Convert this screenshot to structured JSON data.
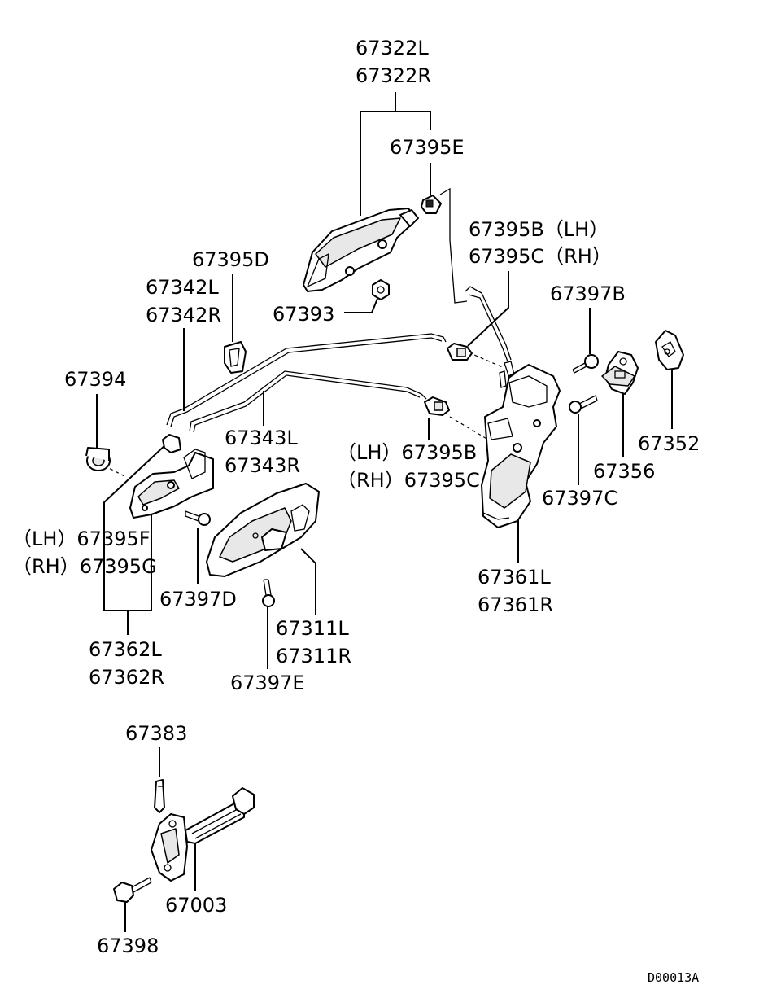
{
  "diagram": {
    "code": "D00013A",
    "labels": {
      "p67322": [
        "67322L",
        "67322R"
      ],
      "p67395E": "67395E",
      "p67395BC": [
        "67395B（LH）",
        "67395C（RH）"
      ],
      "p67395D": "67395D",
      "p67342": [
        "67342L",
        "67342R"
      ],
      "p67393": "67393",
      "p67397B": "67397B",
      "p67394": "67394",
      "p67343": [
        "67343L",
        "67343R"
      ],
      "p67395BC2": [
        "（LH）67395B",
        "（RH）67395C"
      ],
      "p67352": "67352",
      "p67356": "67356",
      "p67397C": "67397C",
      "p67395FG": [
        "（LH）67395F",
        "（RH）67395G"
      ],
      "p67397D": "67397D",
      "p67361": [
        "67361L",
        "67361R"
      ],
      "p67311": [
        "67311L",
        "67311R"
      ],
      "p67362": [
        "67362L",
        "67362R"
      ],
      "p67397E": "67397E",
      "p67383": "67383",
      "p67003": "67003",
      "p67398": "67398"
    }
  }
}
